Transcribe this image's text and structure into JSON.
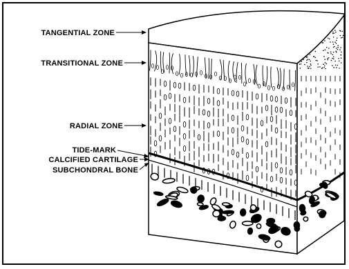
{
  "labels": {
    "tangential": "TANGENTIAL ZONE",
    "transitional": "TRANSITIONAL ZONE",
    "radial": "RADIAL ZONE",
    "tidemark": "TIDE-MARK",
    "calcified": "CALCIFIED CARTILAGE",
    "subchondral": "SUBCHONDRAL BONE"
  }
}
